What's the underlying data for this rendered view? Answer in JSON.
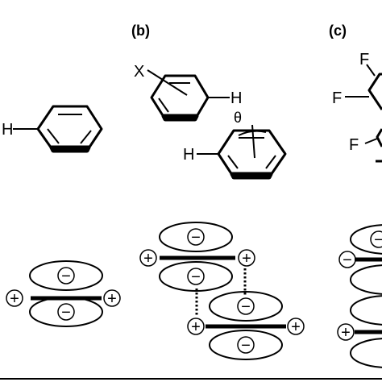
{
  "panels": {
    "b": {
      "label": "(b)",
      "substituent_x": "X",
      "hydrogen_top": "H",
      "angle": "θ",
      "hydrogen_bottom": "H"
    },
    "c": {
      "label": "(c)",
      "fluorine_1": "F",
      "fluorine_2": "F",
      "fluorine_3": "F"
    },
    "a": {
      "hydrogen": "H"
    }
  },
  "charges": {
    "positive": "+",
    "negative": "−"
  }
}
